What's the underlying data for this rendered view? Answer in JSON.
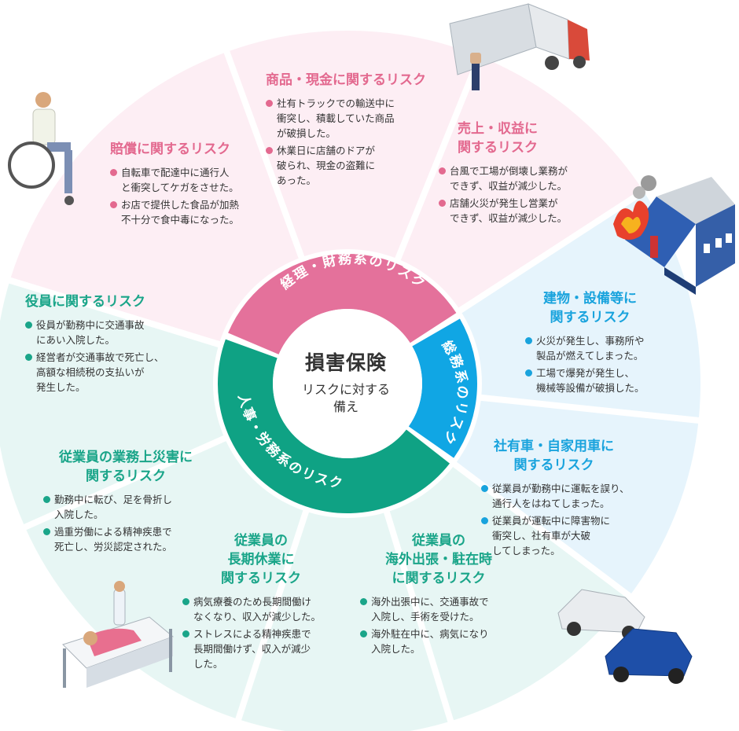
{
  "center": {
    "title": "損害保険",
    "subtitle": "リスクに対する\n備え"
  },
  "ring": {
    "finance": "経理・財務系のリスク",
    "general": "総務系のリスク",
    "hr": "人事・労務系のリスク"
  },
  "colors": {
    "pink_text": "#e3698f",
    "blue_text": "#19a3dd",
    "green_text": "#1aa589",
    "pink_ring": "#e4719b",
    "blue_ring": "#10a6e4",
    "green_ring": "#0fa284",
    "pink_bg": "#fdeef4",
    "blue_bg": "#e6f4fc",
    "green_bg": "#e7f6f4"
  },
  "segments": {
    "product_cash": {
      "title": "商品・現金に関するリスク",
      "items": [
        "社有トラックでの輸送中に\n衝突し、積載していた商品\nが破損した。",
        "休業日に店舗のドアが\n破られ、現金の盗難に\nあった。"
      ]
    },
    "sales_profit": {
      "title": "売上・収益に\n関するリスク",
      "items": [
        "台風で工場が倒壊し業務が\nできず、収益が減少した。",
        "店舗火災が発生し営業が\nできず、収益が減少した。"
      ]
    },
    "compensation": {
      "title": "賠償に関するリスク",
      "items": [
        "自転車で配達中に通行人\nと衝突してケガをさせた。",
        "お店で提供した食品が加熱\n不十分で食中毒になった。"
      ]
    },
    "building": {
      "title": "建物・設備等に\n関するリスク",
      "items": [
        "火災が発生し、事務所や\n製品が燃えてしまった。",
        "工場で爆発が発生し、\n機械等設備が破損した。"
      ]
    },
    "vehicle": {
      "title": "社有車・自家用車に\n関するリスク",
      "items": [
        "従業員が勤務中に運転を誤り、\n通行人をはねてしまった。",
        "従業員が運転中に障害物に\n衝突し、社有車が大破\nしてしまった。"
      ]
    },
    "officer": {
      "title": "役員に関するリスク",
      "items": [
        "役員が勤務中に交通事故\nにあい入院した。",
        "経営者が交通事故で死亡し、\n高額な相続税の支払いが\n発生した。"
      ]
    },
    "work_accident": {
      "title": "従業員の業務上災害に\n関するリスク",
      "items": [
        "勤務中に転び、足を骨折し\n入院した。",
        "過重労働による精神疾患で\n死亡し、労災認定された。"
      ]
    },
    "long_leave": {
      "title": "従業員の\n長期休業に\n関するリスク",
      "items": [
        "病気療養のため長期間働け\nなくなり、収入が減少した。",
        "ストレスによる精神疾患で\n長期間働けず、収入が減少\nした。"
      ]
    },
    "overseas": {
      "title": "従業員の\n海外出張・駐在時\nに関するリスク",
      "items": [
        "海外出張中に、交通事故で\n入院し、手術を受けた。",
        "海外駐在中に、病気になり\n入院した。"
      ]
    }
  }
}
